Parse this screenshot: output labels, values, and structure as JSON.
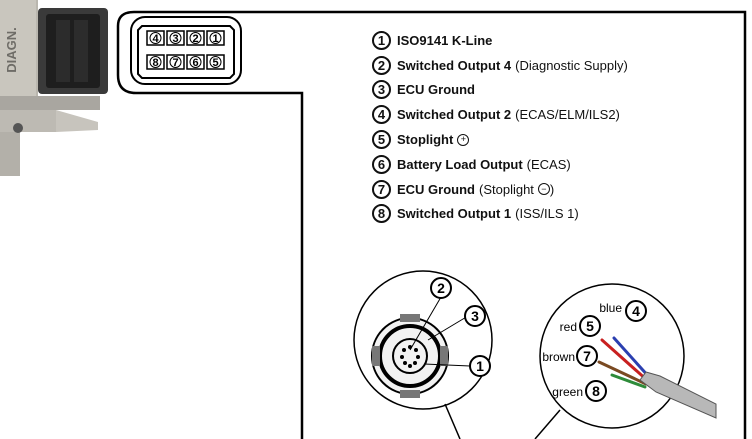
{
  "connector_label": "DIAGN.",
  "connector_pins_top": [
    "4",
    "3",
    "2",
    "1"
  ],
  "connector_pins_bottom": [
    "8",
    "7",
    "6",
    "5"
  ],
  "pins": [
    {
      "number": "1",
      "label": "ISO9141 K-Line",
      "detail": "",
      "symbol": ""
    },
    {
      "number": "2",
      "label": "Switched Output 4",
      "detail": "(Diagnostic Supply)",
      "symbol": ""
    },
    {
      "number": "3",
      "label": "ECU Ground",
      "detail": "",
      "symbol": ""
    },
    {
      "number": "4",
      "label": "Switched Output 2",
      "detail": "(ECAS/ELM/ILS2)",
      "symbol": ""
    },
    {
      "number": "5",
      "label": "Stoplight",
      "detail": "",
      "symbol": "+"
    },
    {
      "number": "6",
      "label": "Battery Load Output",
      "detail": "(ECAS)",
      "symbol": ""
    },
    {
      "number": "7",
      "label": "ECU Ground",
      "detail": "(Stoplight",
      "symbol": "−",
      "detail_end": ")"
    },
    {
      "number": "8",
      "label": "Switched Output 1",
      "detail": "(ISS/ILS 1)",
      "symbol": ""
    }
  ],
  "connector_callouts": [
    "2",
    "3",
    "1"
  ],
  "wires": [
    {
      "name": "blue",
      "number": "4",
      "color": "#2b3fb0"
    },
    {
      "name": "red",
      "number": "5",
      "color": "#c82020"
    },
    {
      "name": "brown",
      "number": "7",
      "color": "#7a4a22"
    },
    {
      "name": "green",
      "number": "8",
      "color": "#2e8b3a"
    }
  ]
}
